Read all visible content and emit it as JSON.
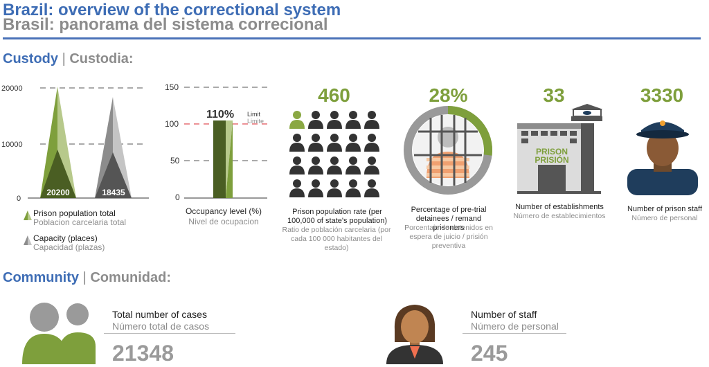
{
  "header": {
    "title_en": "Brazil: overview of the correctional system",
    "title_es": "Brasil: panorama del sistema correcional"
  },
  "custody": {
    "label_en": "Custody",
    "separator": "|",
    "label_es": "Custodia:",
    "triangle_chart": {
      "axis_ticks": [
        "20000",
        "10000",
        "0"
      ],
      "prison_population_total": "20200",
      "capacity": "18435",
      "legend_population_en": "Prison population total",
      "legend_population_es": "Poblacion carcelaria total",
      "legend_capacity_en": "Capacity (places)",
      "legend_capacity_es": "Capacidad (plazas)"
    },
    "occupancy": {
      "axis_ticks": [
        "150",
        "100",
        "50",
        "0"
      ],
      "value_label": "110%",
      "limit_en": "Limit",
      "limit_es": "Limite",
      "label_en": "Occupancy level (%)",
      "label_es": "Nivel de ocupacion"
    },
    "population_rate": {
      "value": "460",
      "label_en": "Prison population rate (per 100,000 of state's population)",
      "label_es": "Ratio de población carcelaria (por cada 100 000 habitantes del estado)"
    },
    "pretrial": {
      "value": "28%",
      "label_en": "Percentage of pre-trial detainees / remand prisoners",
      "label_es": "Porcentaje de detenidos en espera de juicio / prisión preventiva"
    },
    "establishments": {
      "value": "33",
      "sign_en": "PRISON",
      "sign_es": "PRISIÓN",
      "label_en": "Number of establishments",
      "label_es": "Número de establecimientos"
    },
    "staff": {
      "value": "3330",
      "label_en": "Number of prison staff",
      "label_es": "Número de personal"
    }
  },
  "community": {
    "label_en": "Community",
    "separator": "|",
    "label_es": "Comunidad:",
    "cases": {
      "label_en": "Total number of cases",
      "label_es": "Número total de casos",
      "value": "21348"
    },
    "staff": {
      "label_en": "Number of staff",
      "label_es": "Número de personal",
      "value": "245"
    }
  },
  "chart_data": [
    {
      "type": "bar",
      "categories": [
        "Prison population total",
        "Capacity (places)"
      ],
      "values": [
        20200,
        18435
      ],
      "ylim": [
        0,
        20000
      ]
    },
    {
      "type": "bar",
      "categories": [
        "Occupancy level (%)"
      ],
      "values": [
        110
      ],
      "ylim": [
        0,
        150
      ],
      "reference_line": 100
    }
  ],
  "colors": {
    "blue": "#3e6db5",
    "green": "#7e9f3c",
    "grey": "#8c8c8c",
    "red": "#d9262c",
    "navy": "#1f3d5c"
  }
}
